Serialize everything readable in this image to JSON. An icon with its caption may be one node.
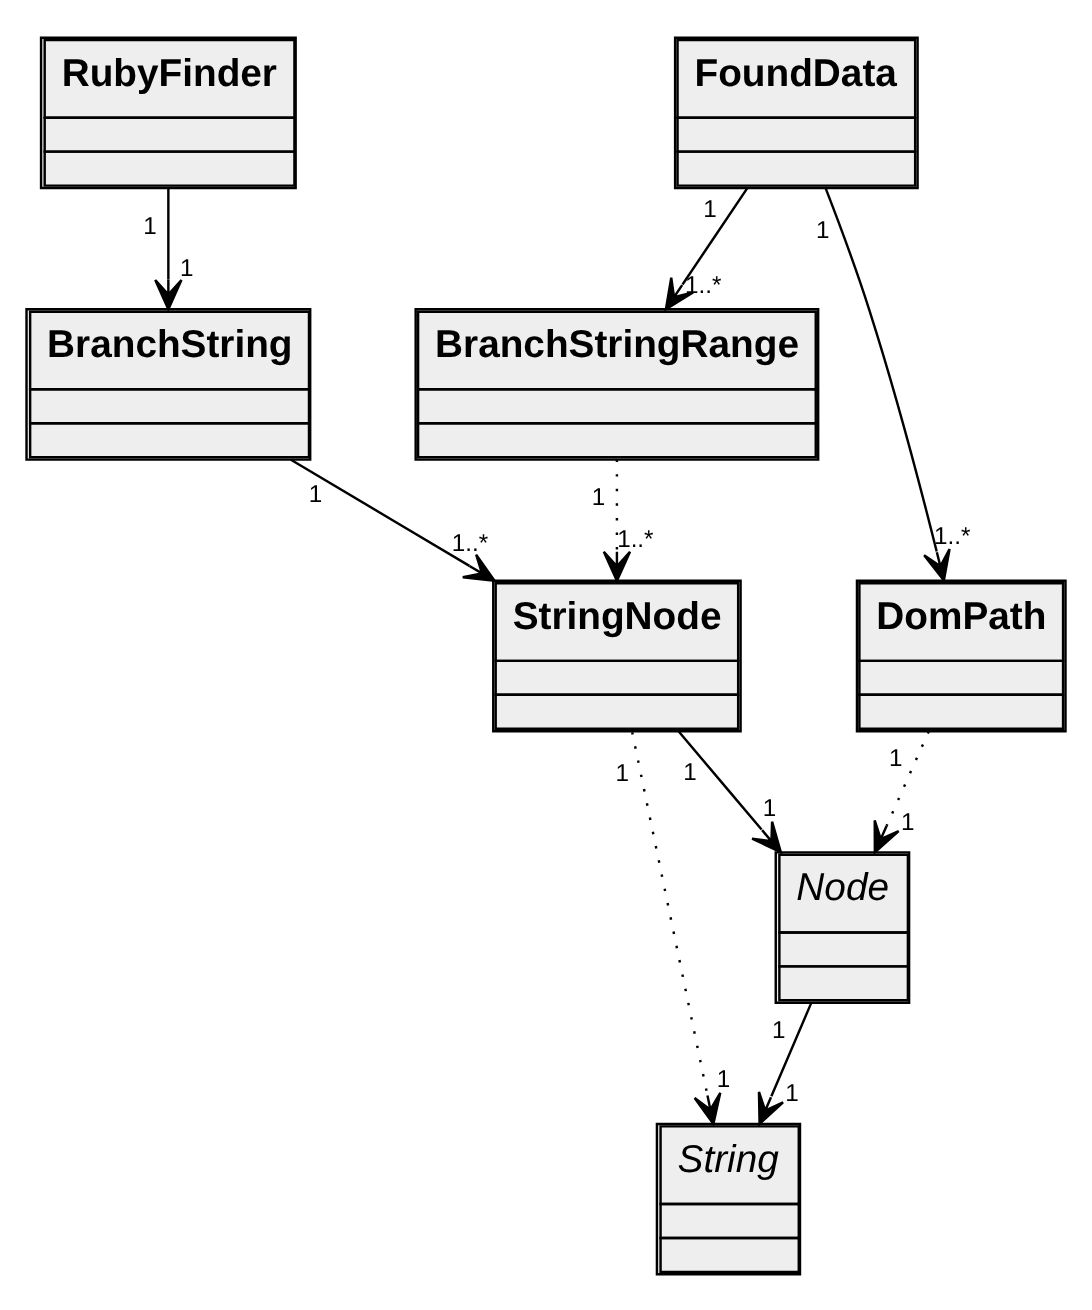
{
  "diagram": {
    "nodes": [
      {
        "text": [
          "RubyFinder"
        ]
      },
      {
        "text": [
          "FoundData"
        ]
      },
      {
        "text": [
          "BranchString"
        ]
      },
      {
        "text": [
          "BranchStringRange"
        ]
      },
      {
        "text": [
          "StringNode"
        ]
      },
      {
        "text": [
          "Node"
        ]
      },
      {
        "text": [
          "String"
        ]
      },
      {
        "text": [
          "DomPath"
        ]
      }
    ],
    "edges": [
      {
        "from": 0,
        "to": 2,
        "arrow": "to"
      },
      {
        "from": 1,
        "to": 3,
        "arrow": "to"
      },
      {
        "from": 1,
        "to": 7,
        "arrow": "to"
      },
      {
        "from": 2,
        "to": 4,
        "arrow": "to"
      },
      {
        "from": 3,
        "to": 4,
        "arrow": "to",
        "style": "dashed"
      },
      {
        "from": 4,
        "to": 5,
        "arrow": "to"
      },
      {
        "from": 4,
        "to": 6,
        "arrow": "to",
        "style": "dashed"
      },
      {
        "from": 5,
        "to": 6,
        "arrow": "to"
      },
      {
        "from": 7,
        "to": 5,
        "arrow": "to",
        "style": "dashed"
      }
    ],
    "labels": [
      "1",
      "1",
      "1",
      "1..*",
      "1",
      "1..*",
      "1",
      "1..*",
      "1",
      "1..*",
      "1",
      "1",
      "1",
      "1",
      "1",
      "1",
      "1",
      "1"
    ]
  }
}
